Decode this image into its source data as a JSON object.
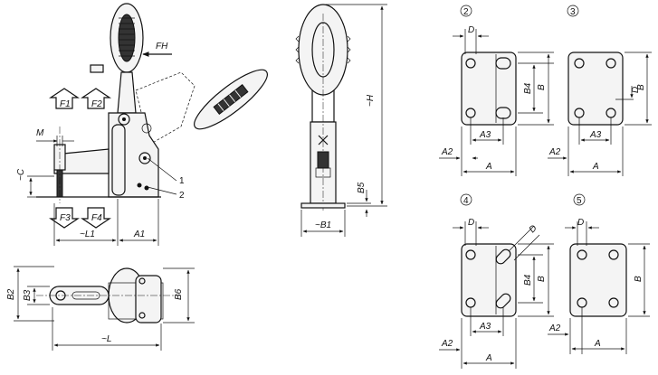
{
  "side_view": {
    "force_labels": {
      "fh": "FH",
      "f1": "F1",
      "f2": "F2",
      "f3": "F3",
      "f4": "F4"
    },
    "dim_labels": {
      "m": "M",
      "c": "~C",
      "l1": "~L1",
      "a1": "A1"
    },
    "callouts": {
      "one": "1",
      "two": "2"
    }
  },
  "front_view": {
    "dim_labels": {
      "h": "~H",
      "b1": "~B1",
      "b5": "B5"
    }
  },
  "top_view": {
    "dim_labels": {
      "b2": "B2",
      "b3": "B3",
      "b6": "B6",
      "l": "~L"
    }
  },
  "base_variants": [
    {
      "number": "2",
      "labels": {
        "d": "D",
        "b4": "B4",
        "b": "B",
        "a3": "A3",
        "a2": "A2",
        "a": "A"
      }
    },
    {
      "number": "3",
      "labels": {
        "d": "D",
        "b": "B",
        "a3": "A3",
        "a2": "A2",
        "a": "A"
      }
    },
    {
      "number": "4",
      "labels": {
        "d": "D",
        "d2": "D",
        "b4": "B4",
        "b": "B",
        "a3": "A3",
        "a2": "A2",
        "a": "A"
      }
    },
    {
      "number": "5",
      "labels": {
        "d": "D",
        "b": "B",
        "a2": "A2",
        "a": "A"
      }
    }
  ]
}
